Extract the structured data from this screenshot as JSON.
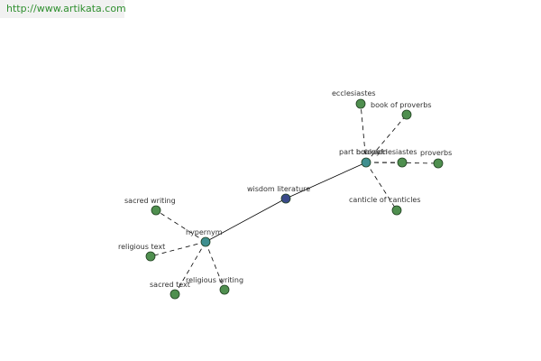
{
  "watermark": {
    "text": "http://www.artikata.com"
  },
  "colors": {
    "center_node": "#3a4a8a",
    "hub_node": "#3f8f8f",
    "leaf_node": "#4f8f4f",
    "edge": "#000000",
    "label": "#333333",
    "watermark_text": "#2f8f2f",
    "watermark_bg": "#f1f1f1"
  },
  "graph": {
    "center": {
      "label": "wisdom literature"
    },
    "hubs": {
      "part_holonym": {
        "label": "part holonym"
      },
      "book_of": {
        "label": "book of"
      },
      "hypernym": {
        "label": "hypernym"
      }
    },
    "leaves": {
      "ecclesiastes_top": {
        "label": "ecclesiastes"
      },
      "book_of_proverbs": {
        "label": "book of proverbs"
      },
      "ecclesiastes_right": {
        "label": "ecclesiastes"
      },
      "proverbs": {
        "label": "proverbs"
      },
      "canticle_of_canticles": {
        "label": "canticle of canticles"
      },
      "sacred_writing": {
        "label": "sacred writing"
      },
      "religious_text": {
        "label": "religious text"
      },
      "sacred_text": {
        "label": "sacred text"
      },
      "religious_writing": {
        "label": "religious writing"
      }
    }
  }
}
